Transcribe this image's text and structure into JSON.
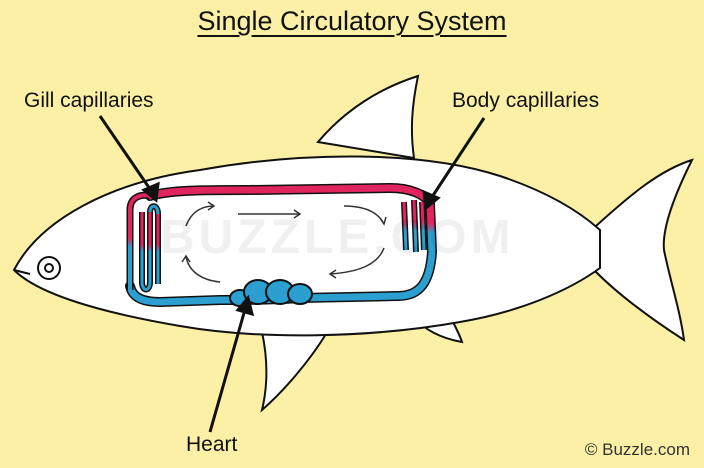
{
  "diagram": {
    "title": "Single Circulatory System",
    "labels": {
      "gill": "Gill capillaries",
      "body": "Body capillaries",
      "heart": "Heart"
    },
    "credit": "© Buzzle.com",
    "watermark": "BUZZLE.COM"
  },
  "colors": {
    "background": "#fbf0a6",
    "fish_fill": "#ffffff",
    "outline": "#111111",
    "oxygenated": "#e0245e",
    "deoxygenated": "#2a9fd0"
  }
}
